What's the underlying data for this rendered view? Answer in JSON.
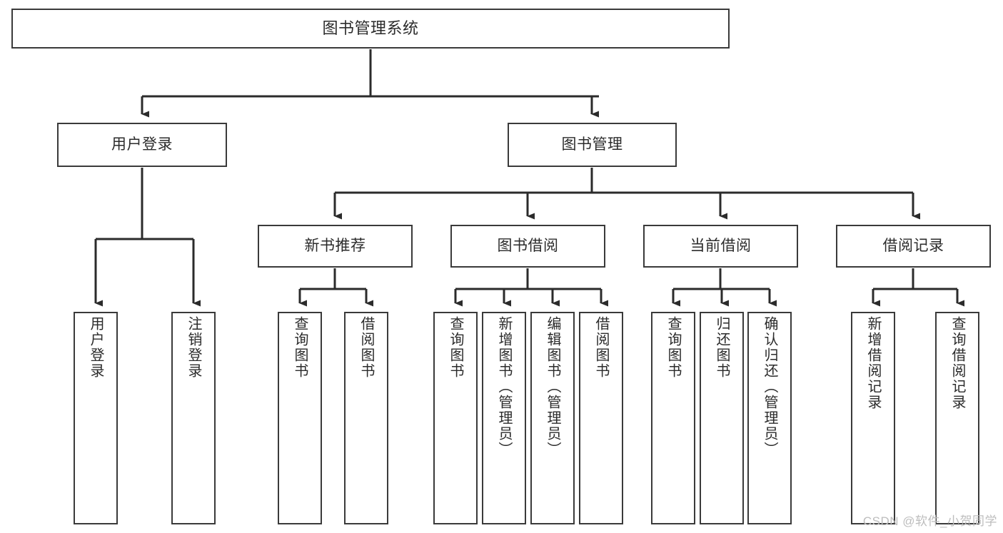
{
  "diagram": {
    "title": "图书管理系统",
    "type": "tree",
    "style": {
      "box_stroke": "#3a3a3a",
      "box_fill": "#ffffff",
      "text_color": "#2b2b2b",
      "edge_color": "#2b2b2b",
      "background": "#ffffff",
      "watermark_color": "#bdbdbd"
    },
    "levels": {
      "level0": "系统",
      "level1": "模块",
      "level2": "子模块",
      "level3": "功能"
    }
  },
  "nodes": {
    "root": {
      "label": "图书管理系统"
    },
    "level1": [
      {
        "id": "user-login",
        "label": "用户登录"
      },
      {
        "id": "book-manage",
        "label": "图书管理"
      }
    ],
    "level2": [
      {
        "id": "new-book-rec",
        "label": "新书推荐"
      },
      {
        "id": "book-borrow",
        "label": "图书借阅"
      },
      {
        "id": "current-borrow",
        "label": "当前借阅"
      },
      {
        "id": "borrow-record",
        "label": "借阅记录"
      }
    ],
    "leaves": {
      "user_login": [
        {
          "id": "leaf-user-login",
          "label": "用户登录"
        },
        {
          "id": "leaf-logout",
          "label": "注销登录"
        }
      ],
      "new_book_rec": [
        {
          "id": "leaf-query-book-1",
          "label": "查询图书"
        },
        {
          "id": "leaf-borrow-book-1",
          "label": "借阅图书"
        }
      ],
      "book_borrow": [
        {
          "id": "leaf-query-book-2",
          "label": "查询图书"
        },
        {
          "id": "leaf-add-book",
          "label": "新增图书（管理员）"
        },
        {
          "id": "leaf-edit-book",
          "label": "编辑图书（管理员）"
        },
        {
          "id": "leaf-borrow-book-2",
          "label": "借阅图书"
        }
      ],
      "current_borrow": [
        {
          "id": "leaf-query-book-3",
          "label": "查询图书"
        },
        {
          "id": "leaf-return-book",
          "label": "归还图书"
        },
        {
          "id": "leaf-confirm-return",
          "label": "确认归还（管理员）"
        }
      ],
      "borrow_record": [
        {
          "id": "leaf-add-record",
          "label": "新增借阅记录"
        },
        {
          "id": "leaf-query-record",
          "label": "查询借阅记录"
        }
      ]
    }
  },
  "watermark": {
    "text": "CSDN @软件_小贺同学"
  }
}
